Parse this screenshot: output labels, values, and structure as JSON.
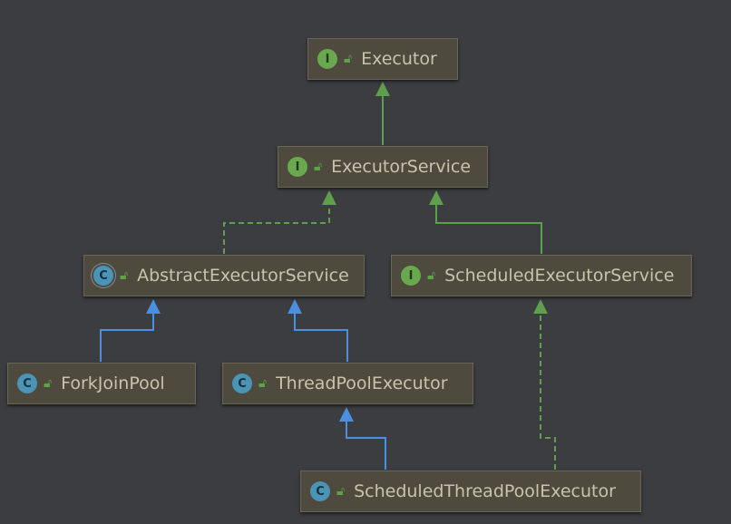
{
  "diagram": {
    "nodes": [
      {
        "id": "executor",
        "label": "Executor",
        "kind": "interface",
        "badge": "I"
      },
      {
        "id": "executor-service",
        "label": "ExecutorService",
        "kind": "interface",
        "badge": "I"
      },
      {
        "id": "abstract-executor-service",
        "label": "AbstractExecutorService",
        "kind": "abstract-class",
        "badge": "C"
      },
      {
        "id": "scheduled-executor-service",
        "label": "ScheduledExecutorService",
        "kind": "interface",
        "badge": "I"
      },
      {
        "id": "fork-join-pool",
        "label": "ForkJoinPool",
        "kind": "class",
        "badge": "C"
      },
      {
        "id": "thread-pool-executor",
        "label": "ThreadPoolExecutor",
        "kind": "class",
        "badge": "C"
      },
      {
        "id": "scheduled-thread-pool-executor",
        "label": "ScheduledThreadPoolExecutor",
        "kind": "class",
        "badge": "C"
      }
    ],
    "edges": [
      {
        "from": "executor-service",
        "to": "executor",
        "type": "extends-interface"
      },
      {
        "from": "abstract-executor-service",
        "to": "executor-service",
        "type": "implements"
      },
      {
        "from": "scheduled-executor-service",
        "to": "executor-service",
        "type": "extends-interface"
      },
      {
        "from": "fork-join-pool",
        "to": "abstract-executor-service",
        "type": "extends-class"
      },
      {
        "from": "thread-pool-executor",
        "to": "abstract-executor-service",
        "type": "extends-class"
      },
      {
        "from": "scheduled-thread-pool-executor",
        "to": "thread-pool-executor",
        "type": "extends-class"
      },
      {
        "from": "scheduled-thread-pool-executor",
        "to": "scheduled-executor-service",
        "type": "implements"
      }
    ],
    "colors": {
      "background": "#3b3d40",
      "node_fill": "#4e4b3e",
      "node_text": "#c9c3ad",
      "interface_badge": "#6aa84f",
      "class_badge": "#4b94b6",
      "interface_edge": "#5f9e4c",
      "class_edge": "#4b8fe0",
      "lock": "#5aa646"
    }
  }
}
